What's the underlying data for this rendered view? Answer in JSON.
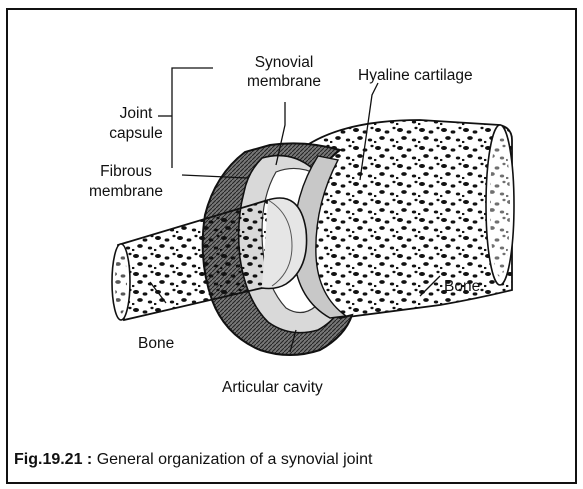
{
  "labels": {
    "synovial_membrane": "Synovial\nmembrane",
    "hyaline_cartilage": "Hyaline cartilage",
    "joint_capsule": "Joint\ncapsule",
    "fibrous_membrane": "Fibrous\nmembrane",
    "bone_right": "Bone",
    "bone_left": "Bone",
    "articular_cavity": "Articular cavity"
  },
  "caption": {
    "number": "Fig.19.21",
    "separator": " : ",
    "text": "General organization of a synovial joint"
  }
}
